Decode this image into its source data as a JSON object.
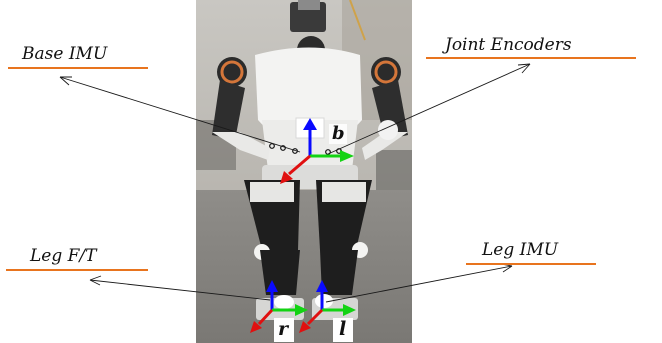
{
  "annotations": {
    "base_imu": "Base IMU",
    "joint_encoders": "Joint Encoders",
    "leg_ft": "Leg F/T",
    "leg_imu": "Leg IMU"
  },
  "frames": {
    "base": "b",
    "right_foot": "r",
    "left_foot": "l"
  },
  "colors": {
    "underline": "#e8741e",
    "axis_z": "#0a0aff",
    "axis_y": "#13d313",
    "axis_x": "#e01010"
  }
}
